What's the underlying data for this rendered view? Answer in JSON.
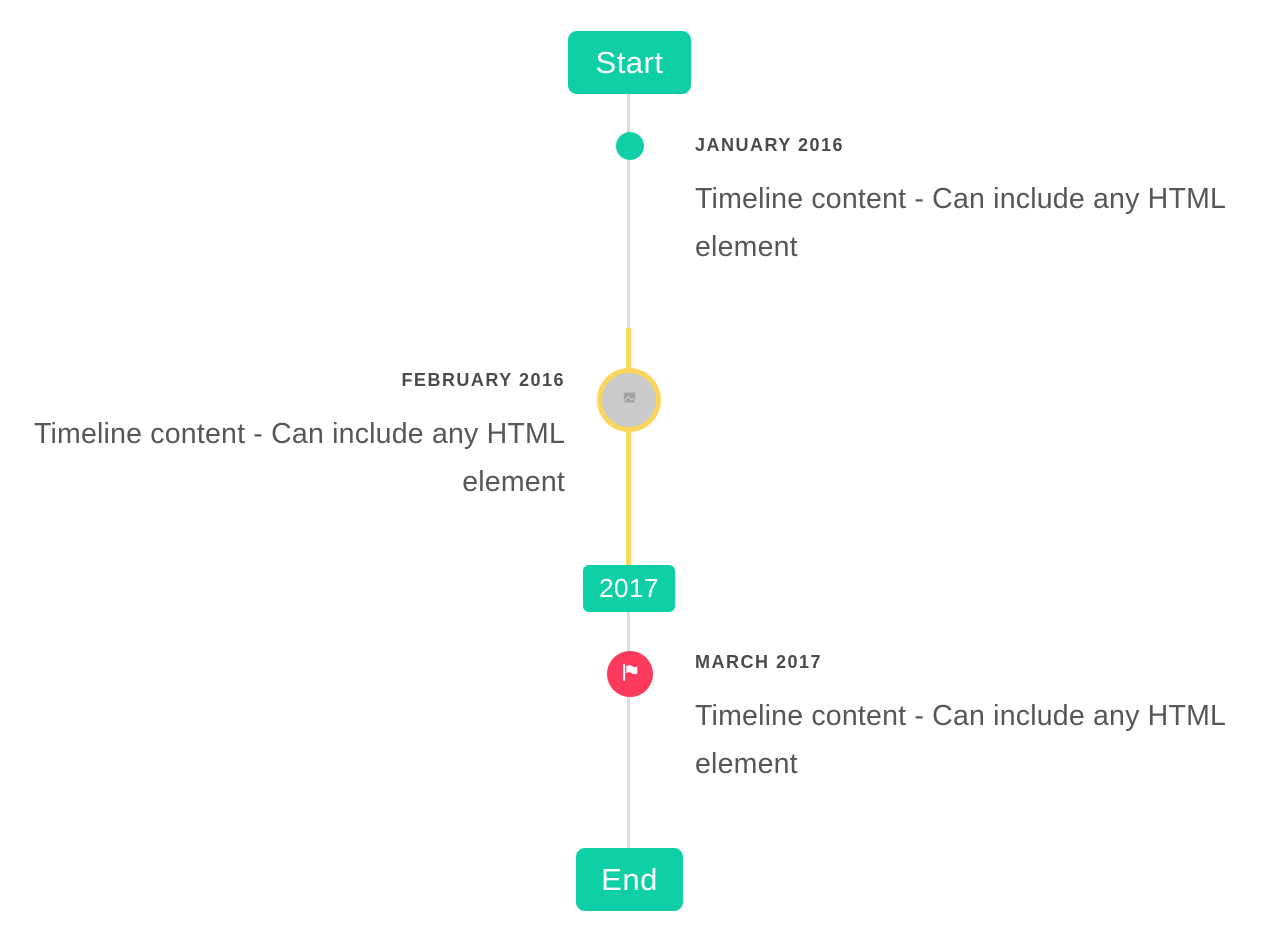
{
  "colors": {
    "teal": "#0fcfa6",
    "yellow": "#fbd55c",
    "red": "#fb3a5d",
    "line_gray": "#dcdcdc",
    "marker_gray": "#cbcbcb",
    "label_text": "#4b4b4b",
    "body_text": "#575757",
    "badge_text": "#ffffff"
  },
  "timeline": {
    "start_label": "Start",
    "end_label": "End",
    "year_divider": "2017",
    "items": [
      {
        "period": "JANUARY 2016",
        "content": "Timeline content - Can include any HTML element",
        "side": "right",
        "marker_icon": "dot"
      },
      {
        "period": "FEBRUARY 2016",
        "content": "Timeline content - Can include any HTML element",
        "side": "left",
        "marker_icon": "broken-image-icon"
      },
      {
        "period": "MARCH 2017",
        "content": "Timeline content - Can include any HTML element",
        "side": "right",
        "marker_icon": "flag-icon"
      }
    ]
  }
}
